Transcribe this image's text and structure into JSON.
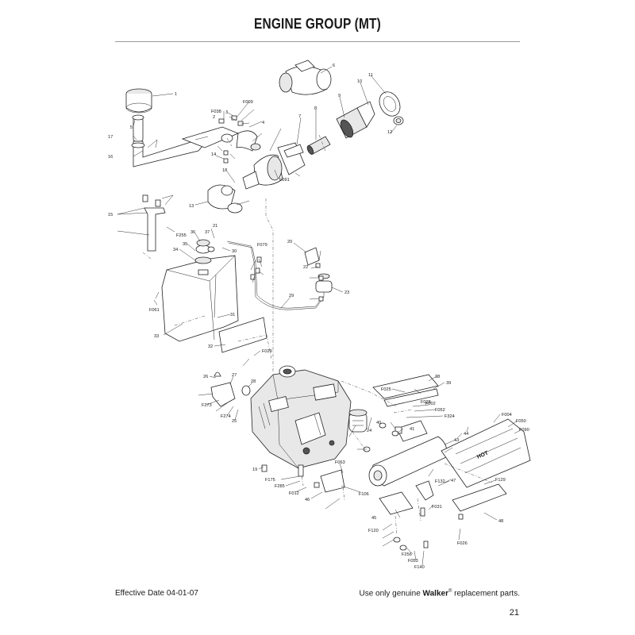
{
  "header": {
    "title": "ENGINE GROUP (MT)"
  },
  "footer": {
    "effective_date": "Effective Date 04-01-07",
    "notice_prefix": "Use only genuine ",
    "brand": "Walker",
    "registered_mark": "®",
    "notice_suffix": " replacement parts.",
    "page_number": "21"
  },
  "diagram": {
    "heat_shield_text": "HOT",
    "callouts": [
      "1",
      "2",
      "3",
      "4",
      "5",
      "6",
      "7",
      "8",
      "9",
      "10",
      "11",
      "12",
      "13",
      "14",
      "15",
      "16",
      "17",
      "18",
      "19",
      "20",
      "21",
      "22",
      "23",
      "24",
      "25",
      "26",
      "27",
      "28",
      "29",
      "30",
      "31",
      "32",
      "33",
      "34",
      "35",
      "36",
      "37",
      "38",
      "39",
      "40",
      "41",
      "43",
      "44",
      "45",
      "46",
      "47",
      "48",
      "F002",
      "F004",
      "F009",
      "F012",
      "F025",
      "F026",
      "F028",
      "F029",
      "F031",
      "F038",
      "F050",
      "F052",
      "F053",
      "F061",
      "F063",
      "F079",
      "F090",
      "F091",
      "F106",
      "F120",
      "F129",
      "F132",
      "F140",
      "F175",
      "F255",
      "F256",
      "F273",
      "F274",
      "F285",
      "F324"
    ]
  }
}
